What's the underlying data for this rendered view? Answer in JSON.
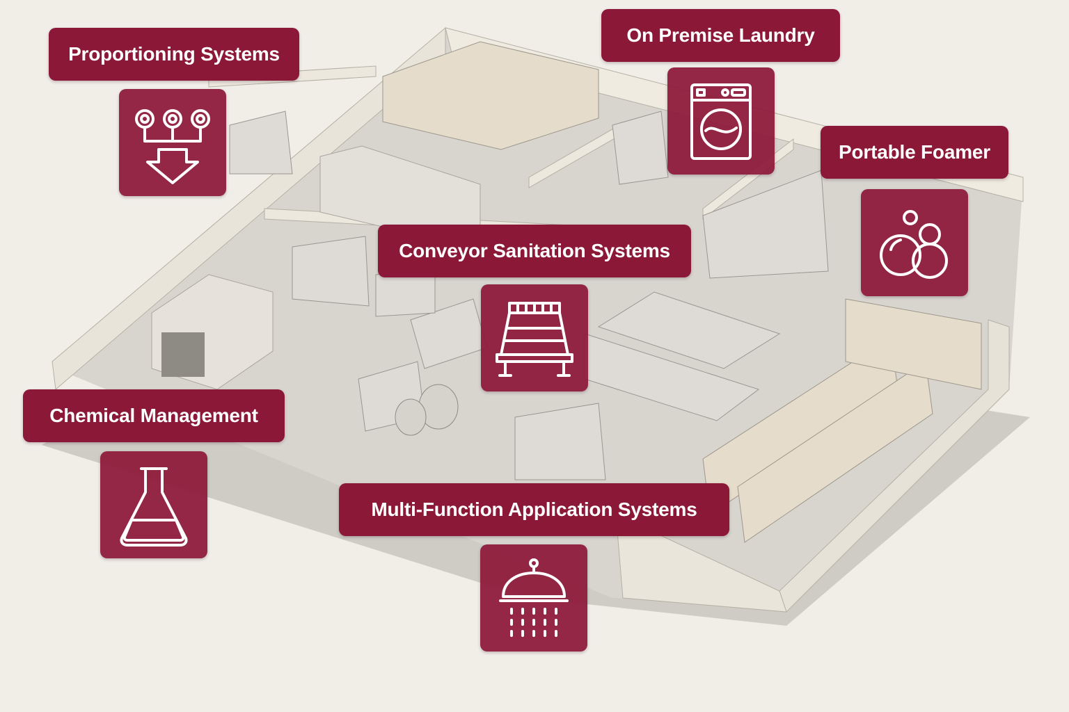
{
  "diagram": {
    "callouts": [
      {
        "id": "proportioning",
        "label": "Proportioning Systems",
        "icon": "proportioning-valves-icon"
      },
      {
        "id": "laundry",
        "label": "On Premise Laundry",
        "icon": "washing-machine-icon"
      },
      {
        "id": "foamer",
        "label": "Portable Foamer",
        "icon": "bubbles-icon"
      },
      {
        "id": "conveyor",
        "label": "Conveyor Sanitation Systems",
        "icon": "conveyor-icon"
      },
      {
        "id": "chemical",
        "label": "Chemical Management",
        "icon": "flask-icon"
      },
      {
        "id": "multifunction",
        "label": "Multi-Function Application Systems",
        "icon": "shower-head-icon"
      }
    ]
  },
  "colors": {
    "accent": "#8c1838",
    "background": "#f1eee8",
    "floor": "#dcd9d2",
    "wall": "#ebe7dc"
  }
}
